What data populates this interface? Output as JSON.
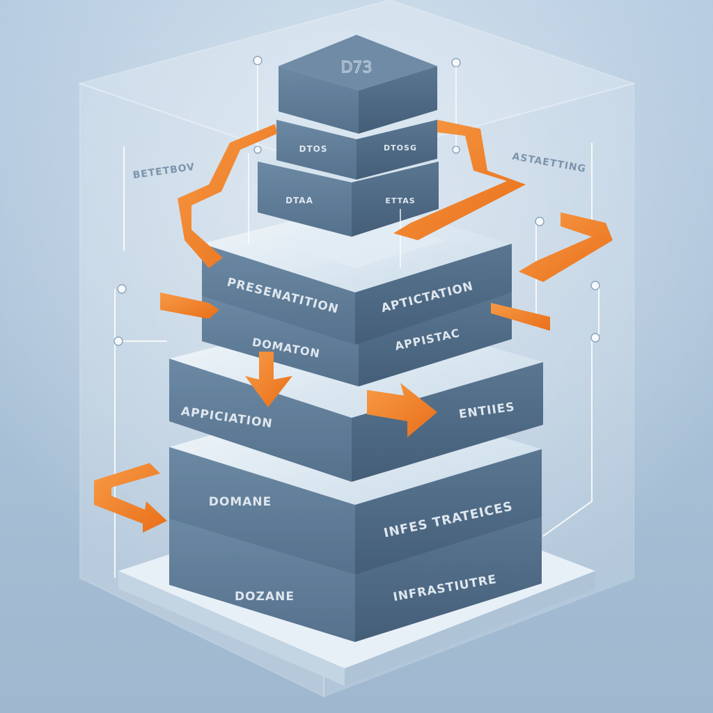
{
  "colors": {
    "background": "#a9c2d8",
    "layer_top": "#dbe7f1",
    "layer_left": "#5d7a95",
    "layer_right": "#4d6883",
    "accent": "#f2832c",
    "glass": "#eaf2f8"
  },
  "icons": [
    "orange-arrow-icon",
    "connector-node-icon"
  ],
  "labels": {
    "top_block": "D73",
    "dto_left": "DTOS",
    "dto_right": "DTOSG",
    "dtaa_left": "DTAA",
    "dtaa_right": "ETTAS",
    "presentation": "PRESENATITION",
    "application_right": "APTICTATION",
    "domaton": "DOMATON",
    "appistac": "APPISTAC",
    "application_left": "APPICIATION",
    "entities": "ENTIIES",
    "domane_mid": "DOMANE",
    "infrastructures": "INFES TRATEICES",
    "domane_low": "DOZANE",
    "infrastructure": "INFRASTIUTRE",
    "side_left": "BETETBOV",
    "side_right": "ASTAETTING"
  }
}
